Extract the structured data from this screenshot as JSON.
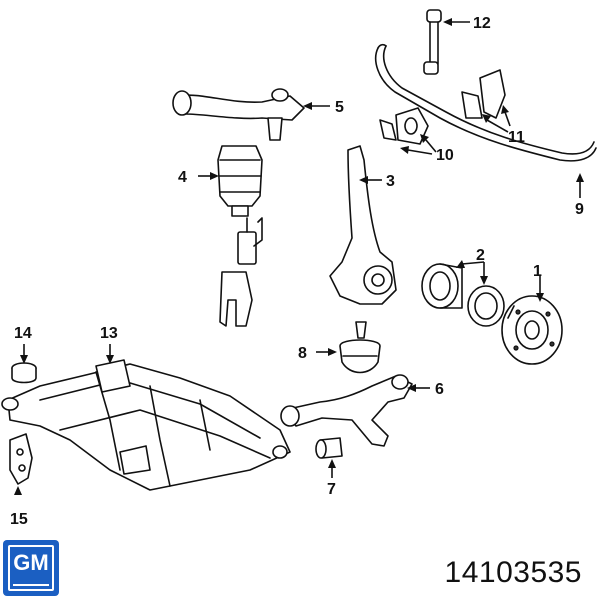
{
  "callouts": [
    "1",
    "2",
    "3",
    "4",
    "5",
    "6",
    "7",
    "8",
    "9",
    "10",
    "11",
    "12",
    "13",
    "14",
    "15"
  ],
  "brand": {
    "logo_text": "GM",
    "color": "#1b5fc2"
  },
  "part_number": "14103535"
}
